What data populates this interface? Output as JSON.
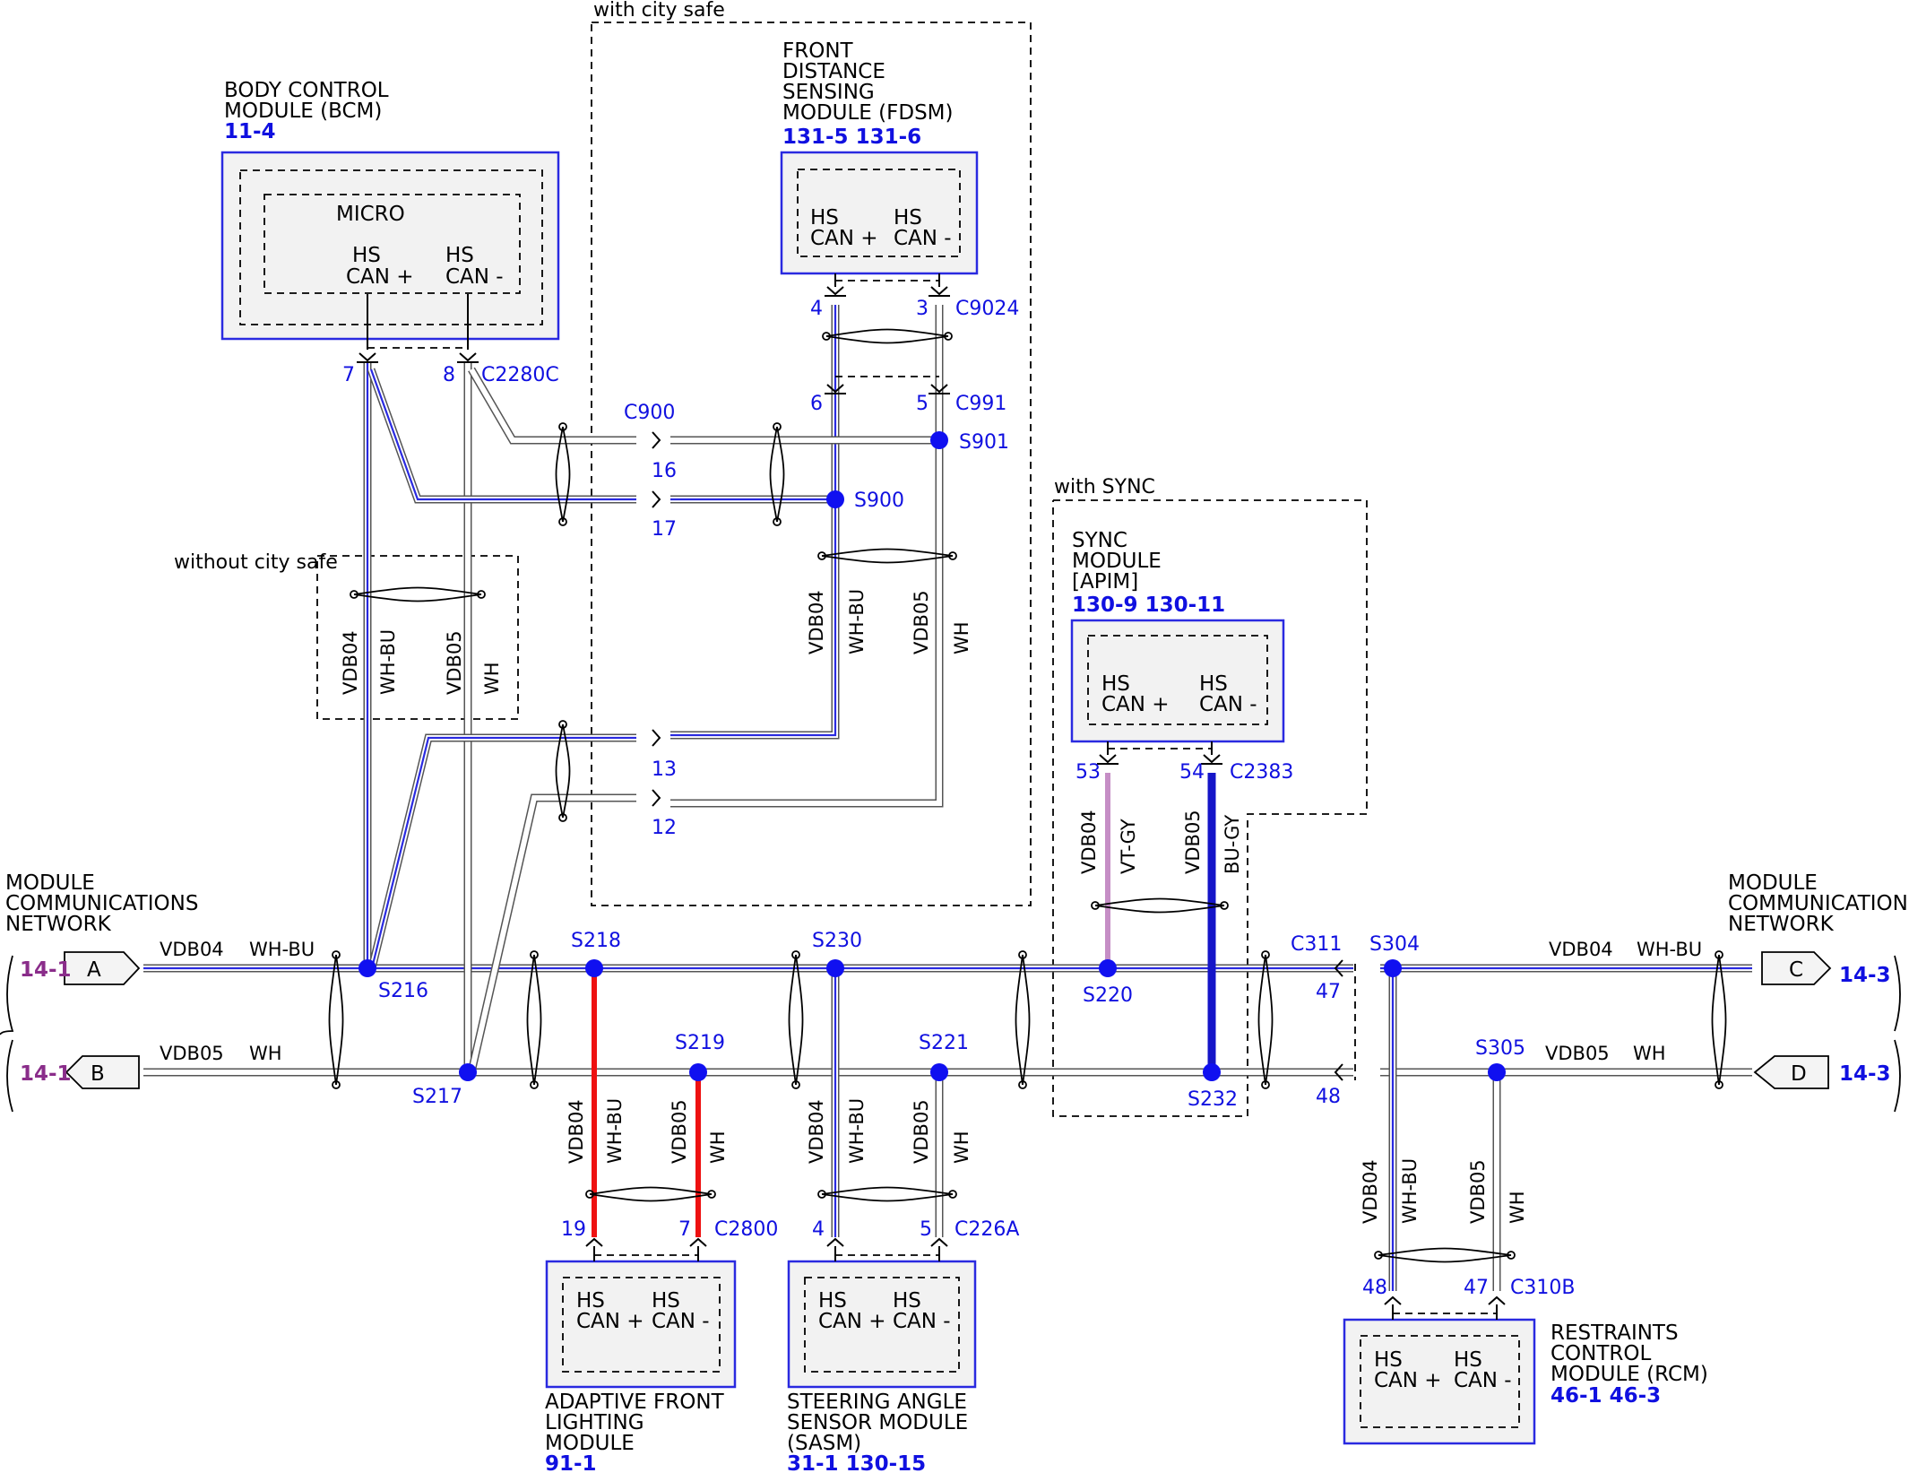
{
  "colors": {
    "module_border": "#2a2ae0",
    "reference_blue": "#1010e0",
    "reference_purple": "#8a2d8a",
    "wire_red": "#ee1111",
    "wire_violet_grey": "#c58ec5",
    "wire_blue_grey": "#1515c8",
    "splice_dot": "#1010f0"
  },
  "regions": {
    "city_safe": "with city safe",
    "without_city_safe": "without city safe",
    "sync": "with SYNC"
  },
  "modules": {
    "bcm": {
      "title": [
        "BODY CONTROL",
        "MODULE (BCM)"
      ],
      "refs": "11-4",
      "inner_label": "MICRO",
      "pins": [
        [
          "HS",
          "CAN +"
        ],
        [
          "HS",
          "CAN -"
        ]
      ]
    },
    "fdsm": {
      "title": [
        "FRONT",
        "DISTANCE",
        "SENSING",
        "MODULE (FDSM)"
      ],
      "refs": "131-5 131-6",
      "pins": [
        [
          "HS",
          "CAN +"
        ],
        [
          "HS",
          "CAN -"
        ]
      ]
    },
    "sync": {
      "title": [
        "SYNC",
        "MODULE",
        "[APIM]"
      ],
      "refs": "130-9   130-11",
      "pins": [
        [
          "HS",
          "CAN +"
        ],
        [
          "HS",
          "CAN -"
        ]
      ]
    },
    "aflm": {
      "title": [
        "ADAPTIVE FRONT",
        "LIGHTING",
        "MODULE"
      ],
      "refs": "91-1",
      "pins": [
        [
          "HS",
          "CAN +"
        ],
        [
          "HS",
          "CAN -"
        ]
      ]
    },
    "sasm": {
      "title": [
        "STEERING ANGLE",
        "SENSOR MODULE",
        "(SASM)"
      ],
      "refs": "31-1   130-15",
      "pins": [
        [
          "HS",
          "CAN +"
        ],
        [
          "HS",
          "CAN -"
        ]
      ]
    },
    "rcm": {
      "title": [
        "RESTRAINTS",
        "CONTROL",
        "MODULE (RCM)"
      ],
      "refs": "46-1   46-3",
      "pins": [
        [
          "HS",
          "CAN +"
        ],
        [
          "HS",
          "CAN -"
        ]
      ]
    }
  },
  "network": {
    "left_label": [
      "MODULE",
      "COMMUNICATIONS",
      "NETWORK"
    ],
    "right_label": [
      "MODULE",
      "COMMUNICATIONS",
      "NETWORK"
    ],
    "connectors": {
      "a": "A",
      "b": "B",
      "c": "C",
      "d": "D"
    },
    "left_refs": {
      "a": "14-1",
      "b": "14-1"
    },
    "right_refs": {
      "c": "14-3",
      "d": "14-3"
    }
  },
  "wire_labels": {
    "circuit_plus": "VDB04",
    "circuit_minus": "VDB05",
    "color_wh_bu": "WH-BU",
    "color_wh": "WH",
    "color_vt_gy": "VT-GY",
    "color_bu_gy": "BU-GY"
  },
  "splices": {
    "s216": "S216",
    "s217": "S217",
    "s218": "S218",
    "s219": "S219",
    "s220": "S220",
    "s221": "S221",
    "s230": "S230",
    "s232": "S232",
    "s304": "S304",
    "s305": "S305",
    "s900": "S900",
    "s901": "S901"
  },
  "connector_ids": {
    "c2280c": "C2280C",
    "c900": "C900",
    "c9024": "C9024",
    "c991": "C991",
    "c2383": "C2383",
    "c311": "C311",
    "c2800": "C2800",
    "c226a": "C226A",
    "c310b": "C310B"
  },
  "pin_numbers": {
    "bcm_7": "7",
    "bcm_8": "8",
    "c9024_4": "4",
    "c9024_3": "3",
    "c991_6": "6",
    "c991_5": "5",
    "c900_16": "16",
    "c900_17": "17",
    "c900_13": "13",
    "c900_12": "12",
    "sync_53": "53",
    "sync_54": "54",
    "c311_47": "47",
    "c311_48": "48",
    "aflm_19": "19",
    "aflm_7": "7",
    "sasm_4": "4",
    "sasm_5": "5",
    "rcm_48": "48",
    "rcm_47": "47"
  }
}
